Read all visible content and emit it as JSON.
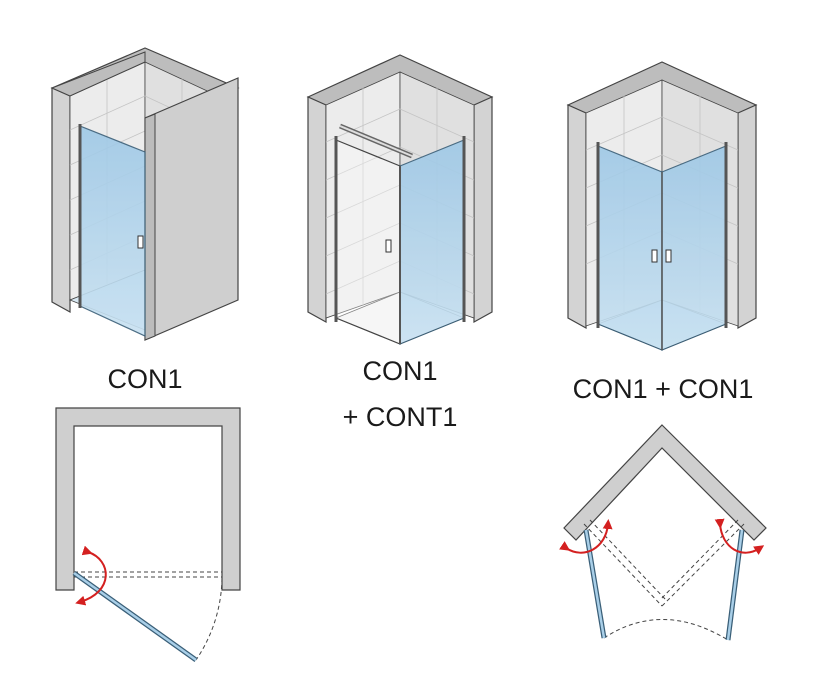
{
  "labels": {
    "variant_1": "CON1",
    "variant_2_line1": "CON1",
    "variant_2_line2": "+ CONT1",
    "variant_3": "CON1 + CON1"
  },
  "colors": {
    "wall": "#cfcfcf",
    "wall_stroke": "#4a4a4a",
    "tile": "#ececec",
    "glass": "#a9cfe8",
    "glass_stroke": "#3a5f78",
    "arrow": "#d42020"
  }
}
